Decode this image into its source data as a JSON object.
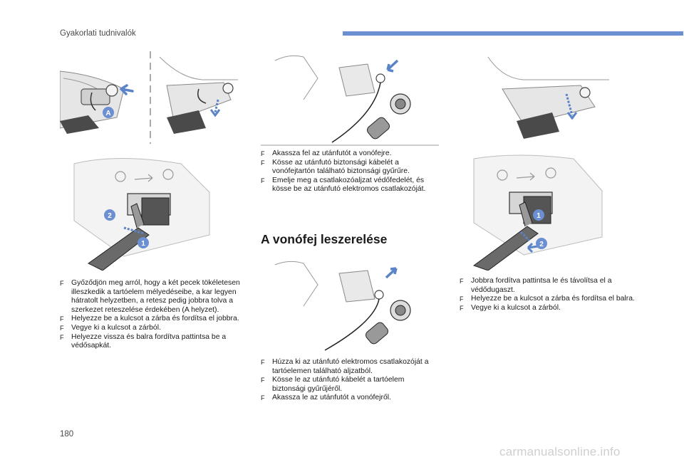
{
  "header": {
    "title": "Gyakorlati tudnivalók"
  },
  "page": {
    "number": "180"
  },
  "watermark": "carmanualsonline.info",
  "colors": {
    "accent_bar": "#6b8fd0",
    "callout_blue": "#6b8fd0",
    "arrow_blue": "#5b84c8"
  },
  "illustrations": {
    "top_left": {
      "badge": "A",
      "icon": "towbar-clip-arrow-icon"
    },
    "top_middle": {
      "icon": "socket-cable-icon"
    },
    "top_right": {
      "icon": "towbar-detached-icon"
    },
    "mid_left": {
      "badges": [
        "2",
        "1"
      ],
      "icon": "lock-key-icon"
    },
    "mid_right": {
      "badges": [
        "1",
        "2"
      ],
      "icon": "lock-key-remove-icon"
    },
    "bottom_middle": {
      "icon": "socket-cable-unplug-icon"
    }
  },
  "left_column": {
    "items": [
      "Győződjön meg arról, hogy a két pecek tökéletesen illeszkedik a tartóelem mélyedéseibe, a kar legyen hátratolt helyzetben, a retesz pedig jobbra tolva a szerkezet reteszelése érdekében (A helyzet).",
      "Helyezze be a kulcsot a zárba és fordítsa el jobbra.",
      "Vegye ki a kulcsot a zárból.",
      "Helyezze vissza és balra fordítva pattintsa be a védősapkát."
    ]
  },
  "middle_top": {
    "items": [
      "Akassza fel az utánfutót a vonófejre.",
      "Kösse az utánfutó biztonsági kábelét a vonófejtartón található biztonsági gyűrűre.",
      "Emelje meg a csatlakozóaljzat védőfedelét, és kösse be az utánfutó elektromos csatlakozóját."
    ]
  },
  "section": {
    "title": "A vonófej leszerelése"
  },
  "middle_bottom": {
    "items": [
      "Húzza ki az utánfutó elektromos csatlakozóját a tartóelemen található aljzatból.",
      "Kösse le az utánfutó kábelét a tartóelem biztonsági gyűrűjéről.",
      "Akassza le az utánfutót a vonófejről."
    ]
  },
  "right_column": {
    "items": [
      "Jobbra fordítva pattintsa le és távolítsa el a védődugaszt.",
      "Helyezze be a kulcsot a zárba és fordítsa el balra.",
      "Vegye ki a kulcsot a zárból."
    ]
  }
}
